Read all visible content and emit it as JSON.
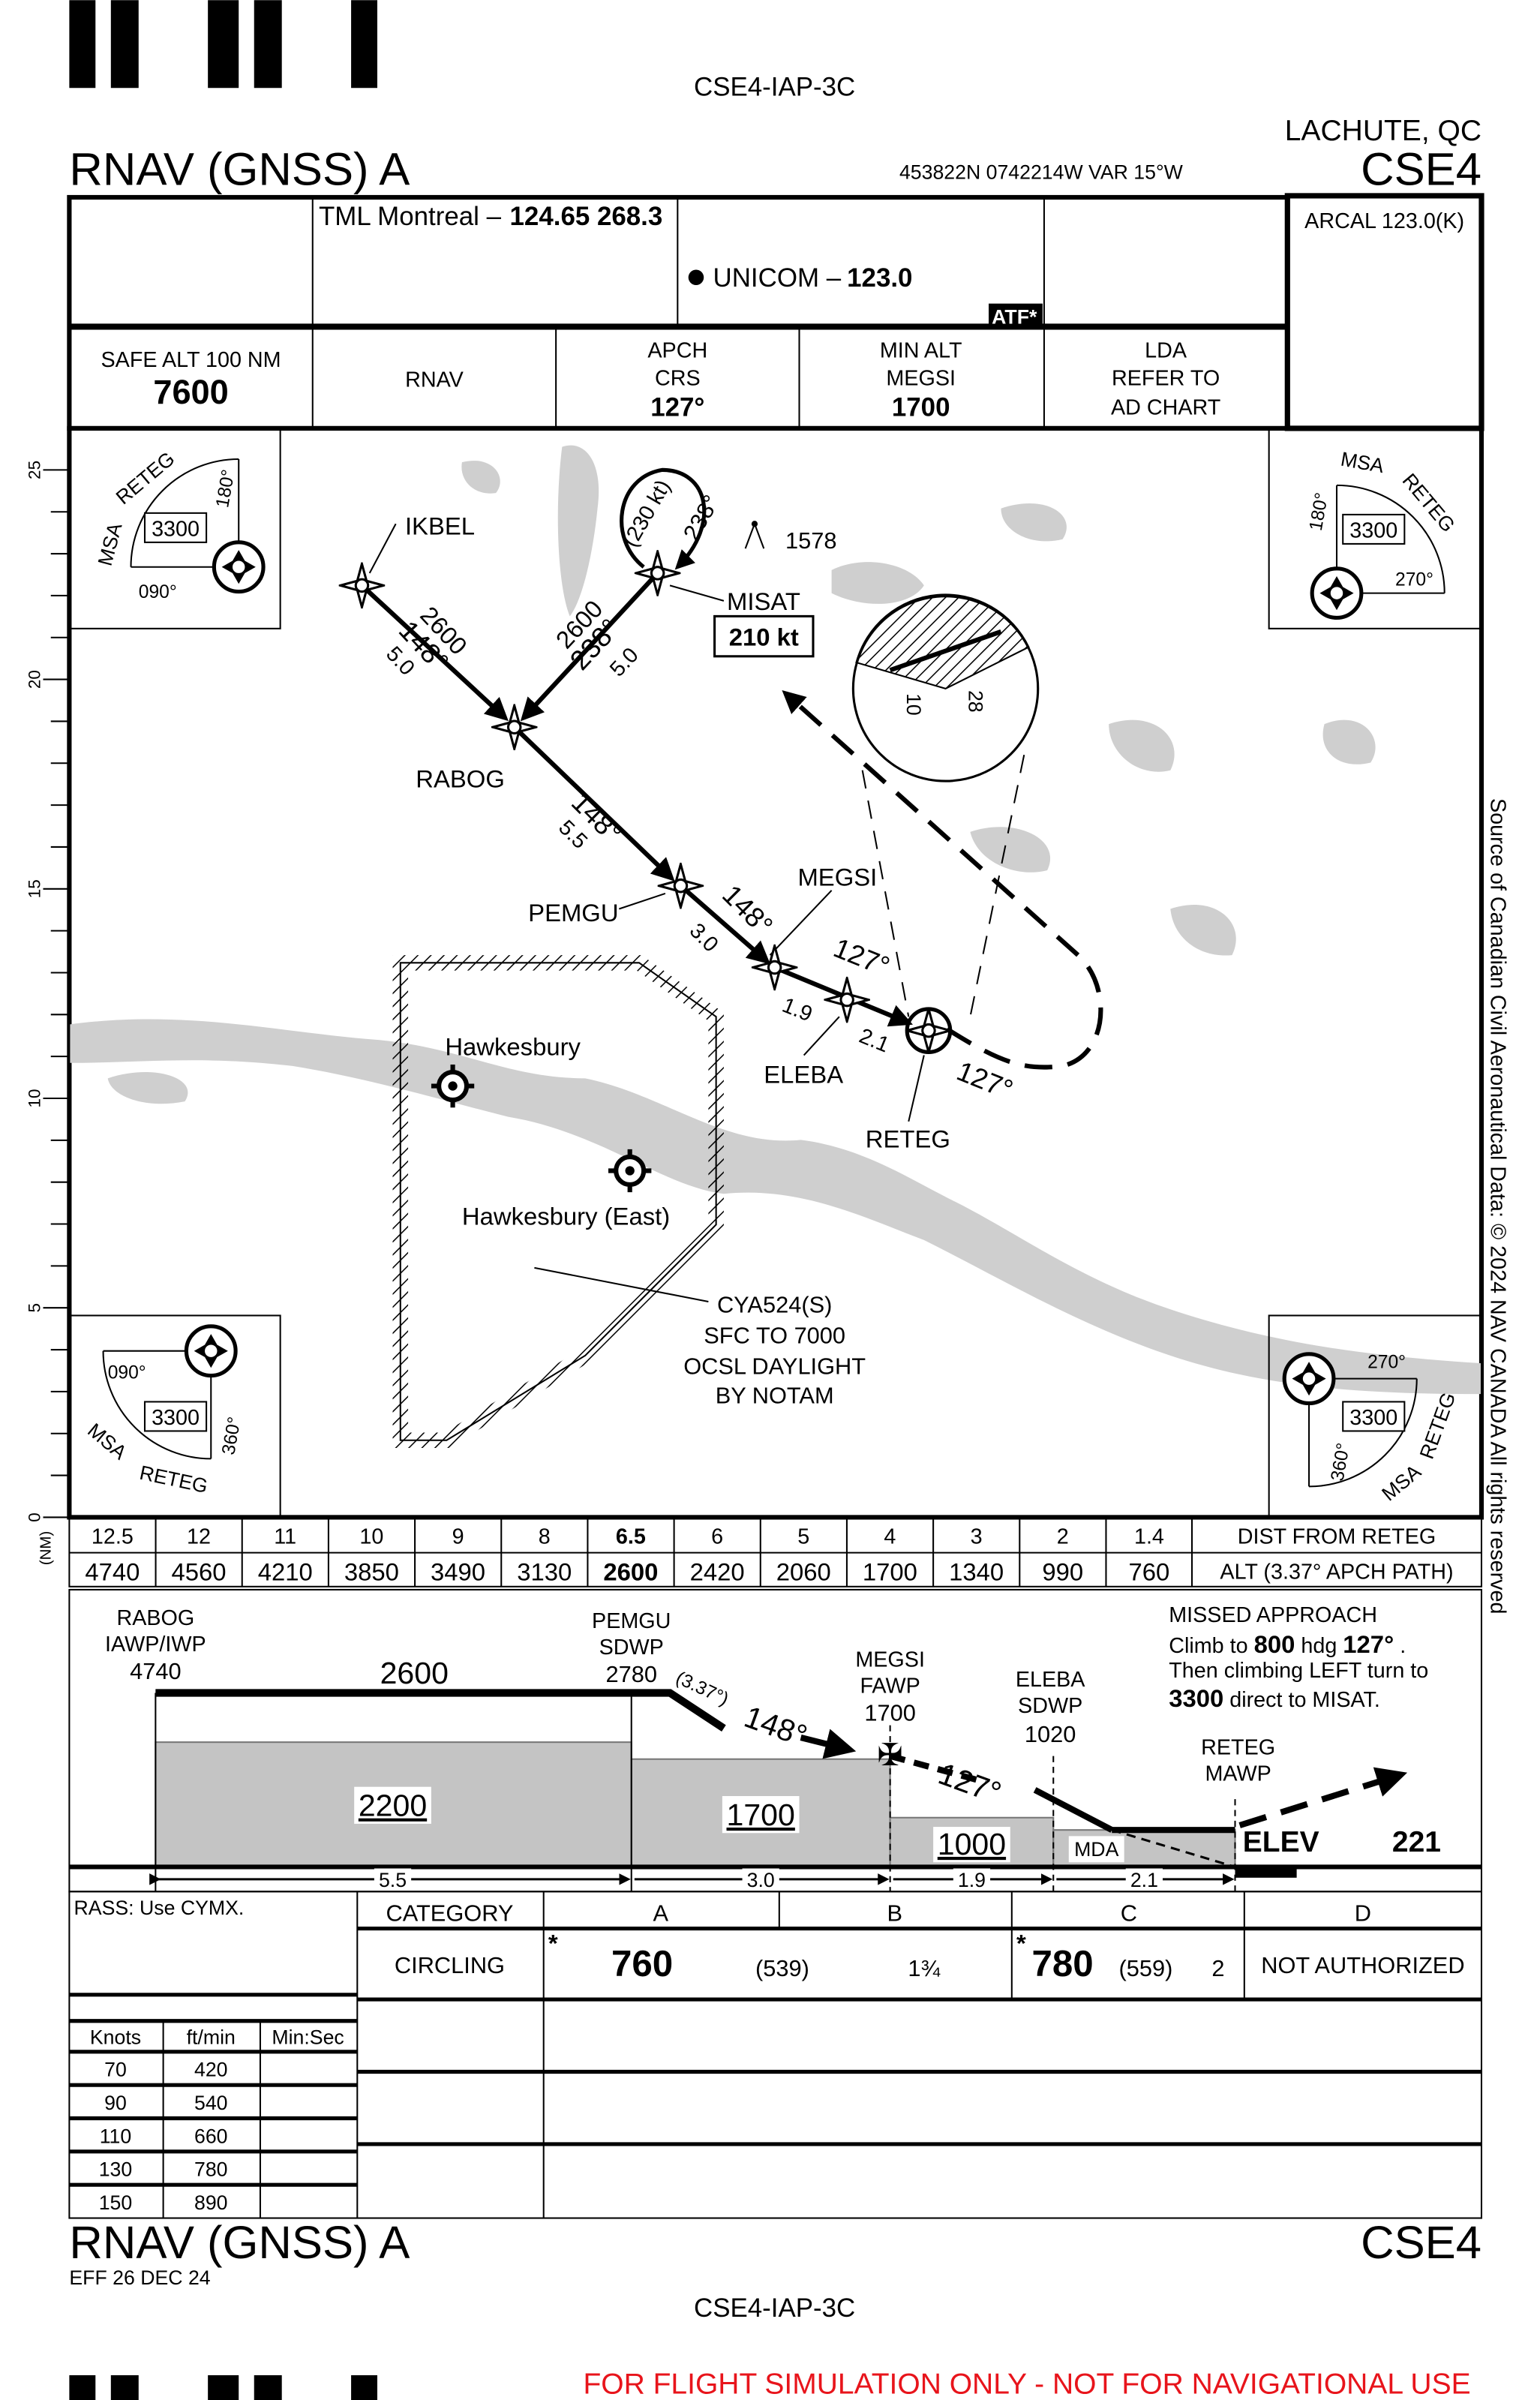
{
  "header": {
    "doc_id": "CSE4-IAP-3C",
    "location": "LACHUTE, QC",
    "procedure": "RNAV (GNSS) A",
    "airport_id": "CSE4",
    "coords": "453822N  0742214W  VAR 15°W"
  },
  "comms": {
    "tml": "TML Montreal –",
    "tml_freq": "124.65  268.3",
    "unicom": "UNICOM –",
    "unicom_freq": "123.0",
    "atf": "ATF*",
    "arcal": "ARCAL 123.0(K)"
  },
  "briefing": {
    "safe_alt_label": "SAFE ALT 100 NM",
    "safe_alt": "7600",
    "nav": "RNAV",
    "apch_crs_l1": "APCH",
    "apch_crs_l2": "CRS",
    "apch_crs": "127°",
    "min_alt_l1": "MIN ALT",
    "min_alt_l2": "MEGSI",
    "min_alt": "1700",
    "lda_l1": "LDA",
    "lda_l2": "REFER TO",
    "lda_l3": "AD CHART"
  },
  "scale": {
    "ticks": [
      "0",
      "5",
      "10",
      "15",
      "20",
      "25"
    ],
    "unit": "(NM)"
  },
  "msa": {
    "label": "MSA",
    "fix": "RETEG",
    "alt": "3300",
    "b090": "090°",
    "b180": "180°",
    "b270": "270°",
    "b360": "360°"
  },
  "map": {
    "waypoints": {
      "ikbel": "IKBEL",
      "misat": "MISAT",
      "rabog": "RABOG",
      "pemgu": "PEMGU",
      "megsi": "MEGSI",
      "eleba": "ELEBA",
      "reteg": "RETEG"
    },
    "ikbel_alt": "2600",
    "ikbel_crs": "148°",
    "ikbel_dist": "5.0",
    "misat_alt": "2600",
    "misat_crs": "238°",
    "misat_dist": "5.0",
    "hold_speed": "(230 kt)",
    "hold_crs": "238°",
    "speed_limit": "210 kt",
    "rabog_crs": "148°",
    "rabog_dist": "5.5",
    "pemgu_crs": "148°",
    "pemgu_dist": "3.0",
    "megsi_crs": "127°",
    "megsi_dist": "1.9",
    "eleba_dist": "2.1",
    "missed_crs": "127°",
    "obstacle": "1578",
    "inset_rwy_a": "10",
    "inset_rwy_b": "28",
    "airport1": "Hawkesbury",
    "airport2": "Hawkesbury (East)",
    "airspace": [
      "CYA524(S)",
      "SFC TO 7000",
      "OCSL DAYLIGHT",
      "BY NOTAM"
    ]
  },
  "distance_table": {
    "dist": [
      "12.5",
      "12",
      "11",
      "10",
      "9",
      "8",
      "6.5",
      "6",
      "5",
      "4",
      "3",
      "2",
      "1.4"
    ],
    "alt": [
      "4740",
      "4560",
      "4210",
      "3850",
      "3490",
      "3130",
      "2600",
      "2420",
      "2060",
      "1700",
      "1340",
      "990",
      "760"
    ],
    "dist_label": "DIST FROM RETEG",
    "alt_label": "ALT (3.37° APCH PATH)"
  },
  "profile": {
    "rabog": [
      "RABOG",
      "IAWP/IWP",
      "4740"
    ],
    "pemgu": [
      "PEMGU",
      "SDWP",
      "2780"
    ],
    "megsi": [
      "MEGSI",
      "FAWP",
      "1700"
    ],
    "eleba": [
      "ELEBA",
      "SDWP",
      "1020"
    ],
    "reteg": [
      "RETEG",
      "MAWP"
    ],
    "initial_alt": "2600",
    "glide_angle": "(3.37°)",
    "crs1": "148°",
    "crs2": "127°",
    "step_alts": [
      "2200",
      "1700",
      "1000"
    ],
    "mda": "MDA",
    "elev_label": "ELEV",
    "elev": "221",
    "dists": [
      "5.5",
      "3.0",
      "1.9",
      "2.1"
    ],
    "missed_title": "MISSED APPROACH",
    "missed_l1a": "Climb to",
    "missed_l1b": "800",
    "missed_l1c": "hdg",
    "missed_l1d": "127°",
    "missed_l1e": ".",
    "missed_l2": "Then climbing LEFT turn to",
    "missed_l3a": "3300",
    "missed_l3b": "direct to MISAT."
  },
  "minima": {
    "rass": "RASS: Use CYMX.",
    "category_label": "CATEGORY",
    "cats": [
      "A",
      "B",
      "C",
      "D"
    ],
    "circling_label": "CIRCLING",
    "ab_star": "*",
    "ab_alt": "760",
    "ab_haa": "(539)",
    "ab_vis": "1¾",
    "c_star": "*",
    "c_alt": "780",
    "c_haa": "(559)",
    "c_vis": "2",
    "d_text": "NOT AUTHORIZED",
    "rate_headers": [
      "Knots",
      "ft/min",
      "Min:Sec"
    ],
    "rates": [
      [
        "70",
        "420"
      ],
      [
        "90",
        "540"
      ],
      [
        "110",
        "660"
      ],
      [
        "130",
        "780"
      ],
      [
        "150",
        "890"
      ]
    ]
  },
  "footer": {
    "procedure": "RNAV (GNSS) A",
    "effective": "EFF 26 DEC 24",
    "airport_id": "CSE4",
    "doc_id": "CSE4-IAP-3C",
    "disclaimer": "FOR FLIGHT SIMULATION ONLY - NOT FOR NAVIGATIONAL USE",
    "copyright": "Source of Canadian Civil Aeronautical Data: © 2024 NAV CANADA All rights reserved"
  },
  "colors": {
    "terrain": "#c4c4c4",
    "water": "#cfcfcf",
    "disclaimer": "#e8141b"
  }
}
